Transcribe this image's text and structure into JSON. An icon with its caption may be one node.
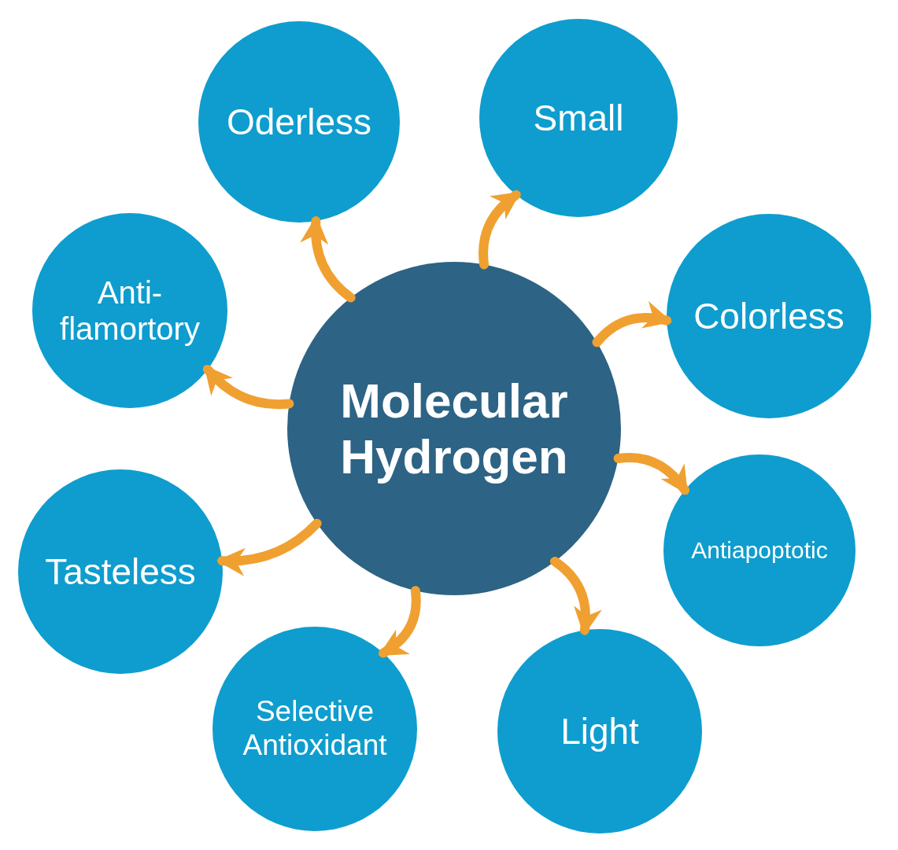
{
  "diagram": {
    "nodes": [
      {
        "text": [
          "Molecular Hydrogen"
        ]
      },
      {
        "text": [
          "Oderless"
        ]
      },
      {
        "text": [
          "Small"
        ]
      },
      {
        "text": [
          "Anti- flamortory"
        ]
      },
      {
        "text": [
          "Colorless"
        ]
      },
      {
        "text": [
          "Antiapoptotic"
        ]
      },
      {
        "text": [
          "Tasteless"
        ]
      },
      {
        "text": [
          "Selective Antioxidant"
        ]
      },
      {
        "text": [
          "Light"
        ]
      }
    ],
    "edges": [
      {
        "from": 0,
        "to": 1,
        "arrow": "to"
      },
      {
        "from": 0,
        "to": 2,
        "arrow": "to"
      },
      {
        "from": 0,
        "to": 3,
        "arrow": "to"
      },
      {
        "from": 0,
        "to": 4,
        "arrow": "to"
      },
      {
        "from": 0,
        "to": 5,
        "arrow": "to"
      },
      {
        "from": 0,
        "to": 6,
        "arrow": "to"
      },
      {
        "from": 0,
        "to": 7,
        "arrow": "to"
      },
      {
        "from": 0,
        "to": 8,
        "arrow": "to"
      }
    ]
  }
}
